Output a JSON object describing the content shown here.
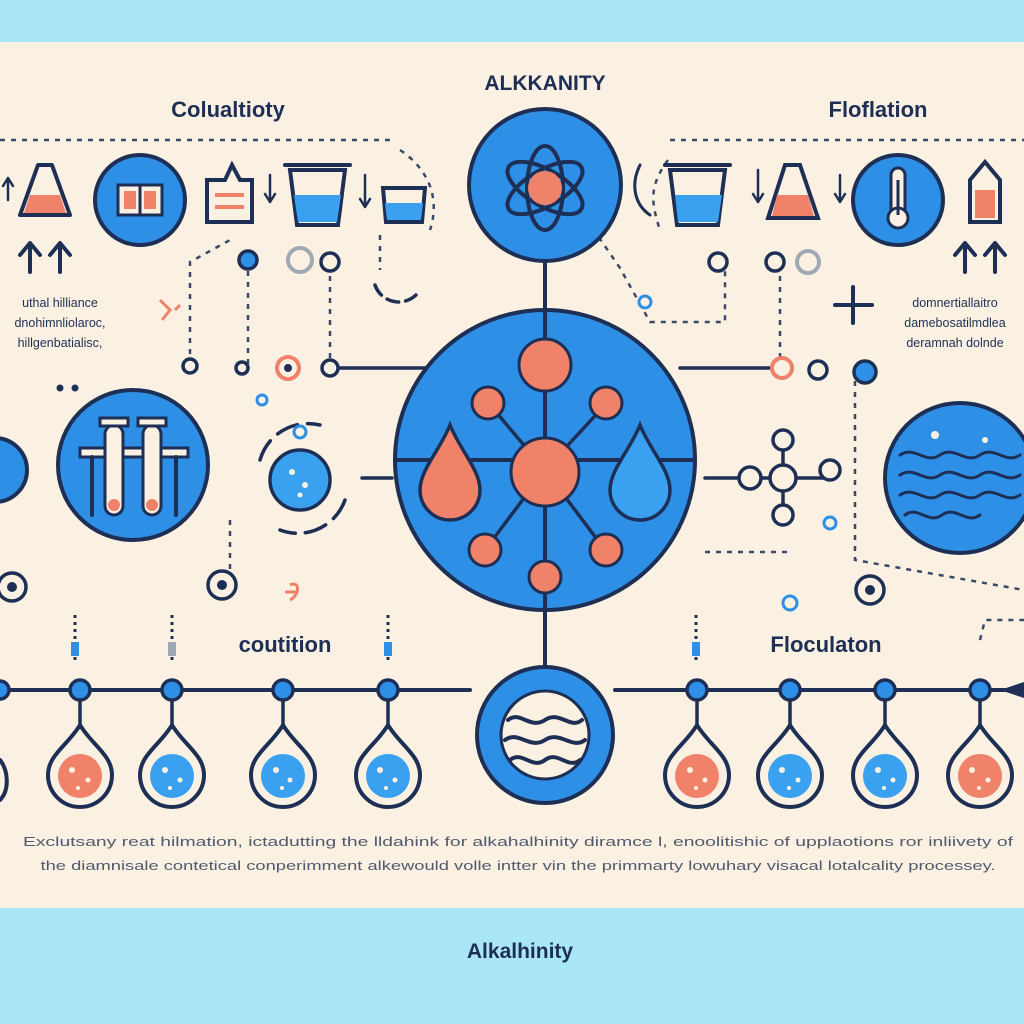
{
  "titles": {
    "top_center": "ALKKANITY",
    "top_left": "Colualtioty",
    "top_right": "Floflation",
    "mid_left": "coutition",
    "mid_right": "Floculaton",
    "footer": "Alkalhinity"
  },
  "side_text": {
    "left": [
      "uthal hilliance",
      "dnohimnliolaroc,",
      "hillgenbatialisc,"
    ],
    "right": [
      "domnertiallaitro",
      "damebosatilmdlea",
      "deramnah dolnde"
    ]
  },
  "caption": [
    "Exclutsany reat hilmation, ictadutting the lldahink for alkahalhinity diramce l, enoolitishic of upplaotions ror inliivety of",
    "the diamnisale contetical conperimment alkewould volle intter vin the primmarty lowuhary visacal lotalcality processey."
  ],
  "colors": {
    "background": "#fbf1e2",
    "band": "#a9e6f7",
    "blue": "#2e8fe6",
    "navy": "#1e2f55",
    "salmon": "#f0826a",
    "light_blue": "#3aa0f0"
  }
}
